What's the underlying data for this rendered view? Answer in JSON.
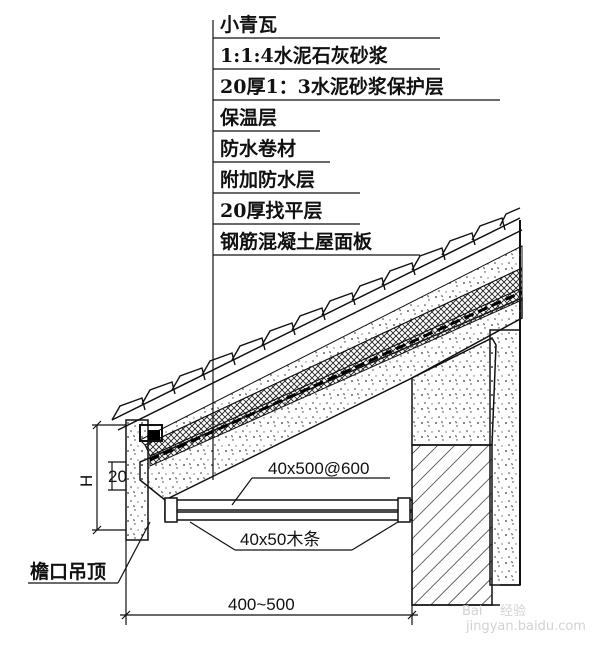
{
  "layers": [
    "小青瓦",
    "1:1:4水泥石灰砂浆",
    "20厚1：3水泥砂浆保护层",
    "保温层",
    "防水卷材",
    "附加防水层",
    "20厚找平层",
    "钢筋混凝土屋面板"
  ],
  "labels": {
    "batten_top": "40x500@600",
    "batten_bottom": "40x50木条",
    "eave_ceiling": "檐口吊顶",
    "width_dim": "400~500",
    "height_dim": "H",
    "offset_dim": "20"
  },
  "watermark": {
    "brand": "Bai",
    "brand2": "经验",
    "url": "jingyan.baidu.com"
  }
}
